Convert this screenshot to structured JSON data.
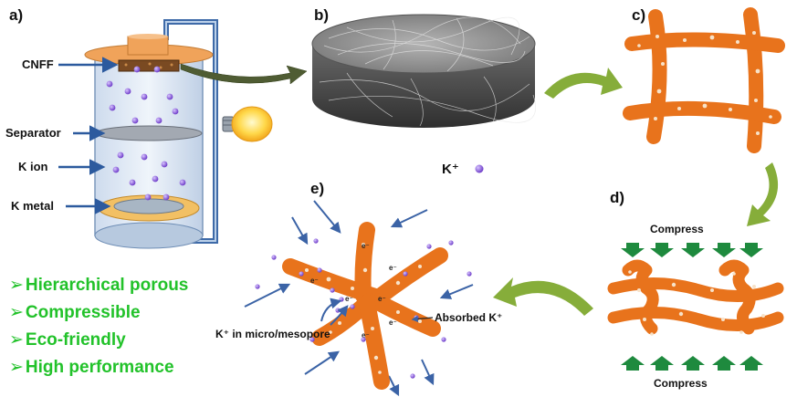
{
  "panels": {
    "a": "a)",
    "b": "b)",
    "c": "c)",
    "d": "d)",
    "e": "e)"
  },
  "battery_labels": {
    "cnff": "CNFF",
    "separator": "Separator",
    "k_ion": "K ion",
    "k_metal": "K metal"
  },
  "k_plus_legend": "K⁺",
  "compress_top": "Compress",
  "compress_bottom": "Compress",
  "electron_label": "e⁻",
  "annotations": {
    "micro_mesopore": "K⁺ in micro/mesopore",
    "absorbed": "Absorbed K⁺"
  },
  "features": [
    "Hierarchical porous",
    "Compressible",
    "Eco-friendly",
    "High performance"
  ],
  "colors": {
    "fiber": "#e8731c",
    "fiber_dark": "#c45a10",
    "ion": "#8a5ad6",
    "feature_text": "#22c22a",
    "arrow_green": "#86ad3a",
    "compress_arrow": "#1e8a3e",
    "vector_arrow": "#3b63a6"
  }
}
